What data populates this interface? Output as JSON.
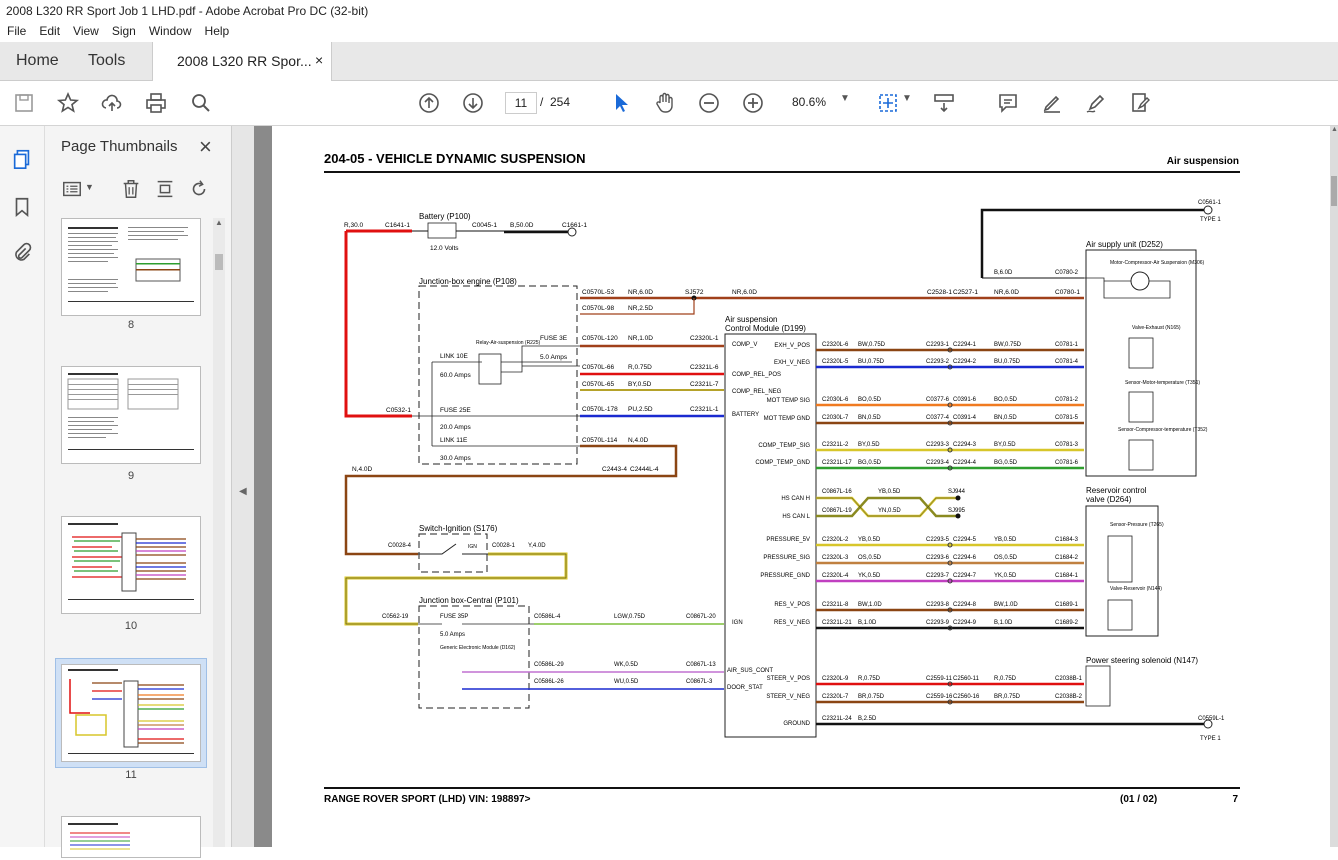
{
  "window": {
    "title": "2008 L320 RR Sport Job 1 LHD.pdf - Adobe Acrobat Pro DC (32-bit)"
  },
  "menu": [
    "File",
    "Edit",
    "View",
    "Sign",
    "Window",
    "Help"
  ],
  "tabs": {
    "home": "Home",
    "tools": "Tools",
    "doc": "2008 L320 RR Spor...",
    "close": "×"
  },
  "toolbar": {
    "page_current": "11",
    "page_sep": "/",
    "page_total": "254",
    "zoom": "80.6%"
  },
  "panel": {
    "title": "Page Thumbnails",
    "close": "×",
    "thumbs": [
      "8",
      "9",
      "10",
      "11"
    ]
  },
  "doc": {
    "header_left": "204-05 - VEHICLE DYNAMIC SUSPENSION",
    "header_right": "Air suspension",
    "footer_left": "RANGE ROVER SPORT  (LHD) VIN: 198897>",
    "footer_mid": "(01 / 02)",
    "footer_right": "7",
    "labels": {
      "battery": "Battery (P100)",
      "battery_v": "12.0 Volts",
      "c1641": "C1641-1",
      "r30": "R,30.0",
      "c0045": "C0045-1",
      "b50": "B,50.0D",
      "c1661": "C1661-1",
      "jbe": "Junction-box engine (P108)",
      "c0570_53": "C0570L-53",
      "nr60": "NR,6.0D",
      "sj572": "SJ572",
      "nr60b": "NR,6.0D",
      "c2528": "C2528-1",
      "c2527": "C2527-1",
      "nr60c": "NR,6.0D",
      "c0780_1": "C0780-1",
      "c0570_98": "C0570L-98",
      "nr25": "NR,2.5D",
      "relay": "Relay-Air-suspension (R225)",
      "fuse3e": "FUSE 3E",
      "fuse3e_a": "5.0 Amps",
      "link10e": "LINK 10E",
      "link10e_a": "60.0 Amps",
      "fuse25e": "FUSE 25E",
      "fuse25e_a": "20.0 Amps",
      "link11e": "LINK 11E",
      "link11e_a": "30.0 Amps",
      "c0532": "C0532-1",
      "c0570_120": "C0570L-120",
      "nr10": "NR,1.0D",
      "c2320_1": "C2320L-1",
      "c0570_66": "C0570L-66",
      "r075": "R,0.75D",
      "c2321_6": "C2321L-6",
      "c0570_65": "C0570L-65",
      "by05": "BY,0.5D",
      "c2321_7": "C2321L-7",
      "c0570_178": "C0570L-178",
      "pu25": "PU,2.5D",
      "c2321_1": "C2321L-1",
      "c0570_114": "C0570L-114",
      "n40": "N,4.0D",
      "c2443": "C2443-4",
      "c2444": "C2444L-4",
      "n40b": "N,4.0D",
      "acm": "Air suspension",
      "acm2": "Control Module (D199)",
      "comp_v": "COMP_V",
      "exh_pos": "EXH_V_POS",
      "exh_neg": "EXH_V_NEG",
      "comp_rel_pos": "COMP_REL_POS",
      "comp_rel_neg": "COMP_REL_NEG",
      "battery_pin": "BATTERY",
      "mot_sig": "MOT TEMP SIG",
      "mot_gnd": "MOT TEMP GND",
      "comp_sig": "COMP_TEMP_SIG",
      "comp_gnd": "COMP_TEMP_GND",
      "hs_h": "HS CAN H",
      "hs_l": "HS CAN L",
      "press5": "PRESSURE_5V",
      "press_sig": "PRESSURE_SIG",
      "press_gnd": "PRESSURE_GND",
      "res_pos": "RES_V_POS",
      "res_neg": "RES_V_NEG",
      "ign": "IGN",
      "air_sus": "AIR_SUS_CONT",
      "door": "DOOR_STAT",
      "steer_pos": "STEER_V_POS",
      "steer_neg": "STEER_V_NEG",
      "ground": "GROUND",
      "c0561": "C0561-1",
      "type1": "TYPE 1",
      "asu": "Air supply unit (D252)",
      "b60": "B,6.0D",
      "c0780_2": "C0780-2",
      "motor": "Motor-Compressor-Air Suspension (M306)",
      "valve_exh": "Valve-Exhaust (N165)",
      "sens_mot": "Sensor-Motor-temperature (T351)",
      "sens_comp": "Sensor-Compressor-temperature (T352)",
      "rcv": "Reservoir control",
      "rcv2": "valve (D264)",
      "sens_press": "Sensor-Pressure (T265)",
      "valve_res": "Valve-Reservoir (N144)",
      "psol": "Power steering solenoid (N147)",
      "switch": "Switch-Ignition (S176)",
      "c0028_4": "C0028-4",
      "ign_sw": "IGN",
      "c0028_1": "C0028-1",
      "y40": "Y,4.0D",
      "n40c": "N,4.0D",
      "jbc": "Junction box-Central (P101)",
      "c0562": "C0562-19",
      "fuse35p": "FUSE 35P",
      "fuse35p_a": "5.0 Amps",
      "c0586_4": "C0586L-4",
      "lgw": "LGW,0.75D",
      "c0867_20": "C0867L-20",
      "gem": "Generic Electronic Module (D162)",
      "c0586_29": "C0586L-29",
      "wk05": "WK,0.5D",
      "c0867_13": "C0867L-13",
      "c0586_26": "C0586L-26",
      "wu05": "WU,0.5D",
      "c0867_3": "C0867L-3",
      "c0559": "C0559L-1",
      "type1b": "TYPE 1"
    },
    "wires": [
      {
        "l": "C2320L-6",
        "w": "BW,0.75D",
        "m1": "C2293-1",
        "m2": "C2294-1",
        "w2": "BW,0.75D",
        "r": "C0781-1",
        "color": "#8b4513"
      },
      {
        "l": "C2320L-5",
        "w": "BU,0.75D",
        "m1": "C2293-2",
        "m2": "C2294-2",
        "w2": "BU,0.75D",
        "r": "C0781-4",
        "color": "#1a2ad0"
      },
      {
        "l": "C2030L-6",
        "w": "BO,0.5D",
        "m1": "C0377-6",
        "m2": "C0391-6",
        "w2": "BO,0.5D",
        "r": "C0781-2",
        "color": "#f07a20"
      },
      {
        "l": "C2030L-7",
        "w": "BN,0.5D",
        "m1": "C0377-4",
        "m2": "C0391-4",
        "w2": "BN,0.5D",
        "r": "C0781-5",
        "color": "#8b4513"
      },
      {
        "l": "C2321L-2",
        "w": "BY,0.5D",
        "m1": "C2293-3",
        "m2": "C2294-3",
        "w2": "BY,0.5D",
        "r": "C0781-3",
        "color": "#d7c62a"
      },
      {
        "l": "C2321L-17",
        "w": "BG,0.5D",
        "m1": "C2293-4",
        "m2": "C2294-4",
        "w2": "BG,0.5D",
        "r": "C0781-6",
        "color": "#2e9e2e"
      },
      {
        "l": "C2320L-2",
        "w": "YB,0.5D",
        "m1": "C2293-5",
        "m2": "C2294-5",
        "w2": "YB,0.5D",
        "r": "C1684-3",
        "color": "#d7c62a"
      },
      {
        "l": "C2320L-3",
        "w": "OS,0.5D",
        "m1": "C2293-6",
        "m2": "C2294-6",
        "w2": "OS,0.5D",
        "r": "C1684-2",
        "color": "#c08040"
      },
      {
        "l": "C2320L-4",
        "w": "YK,0.5D",
        "m1": "C2293-7",
        "m2": "C2294-7",
        "w2": "YK,0.5D",
        "r": "C1684-1",
        "color": "#c040c0"
      },
      {
        "l": "C2321L-8",
        "w": "BW,1.0D",
        "m1": "C2293-8",
        "m2": "C2294-8",
        "w2": "BW,1.0D",
        "r": "C1689-1",
        "color": "#8b4513"
      },
      {
        "l": "C2321L-21",
        "w": "B,1.0D",
        "m1": "C2293-9",
        "m2": "C2294-9",
        "w2": "B,1.0D",
        "r": "C1689-2",
        "color": "#111111"
      },
      {
        "l": "C2320L-9",
        "w": "R,0.75D",
        "m1": "C2559-11",
        "m2": "C2560-11",
        "w2": "R,0.75D",
        "r": "C2038B-1",
        "color": "#e01010"
      },
      {
        "l": "C2320L-7",
        "w": "BR,0.75D",
        "m1": "C2559-16",
        "m2": "C2560-16",
        "w2": "BR,0.75D",
        "r": "C2038B-2",
        "color": "#8b4513"
      }
    ],
    "can": {
      "l1": "C0867L-16",
      "w1": "YB,0.5D",
      "sj1": "SJ944",
      "l2": "C0867L-19",
      "w2": "YN,0.5D",
      "sj2": "SJ995"
    },
    "gnd": {
      "l": "C2321L-24",
      "w": "B,2.5D"
    }
  }
}
